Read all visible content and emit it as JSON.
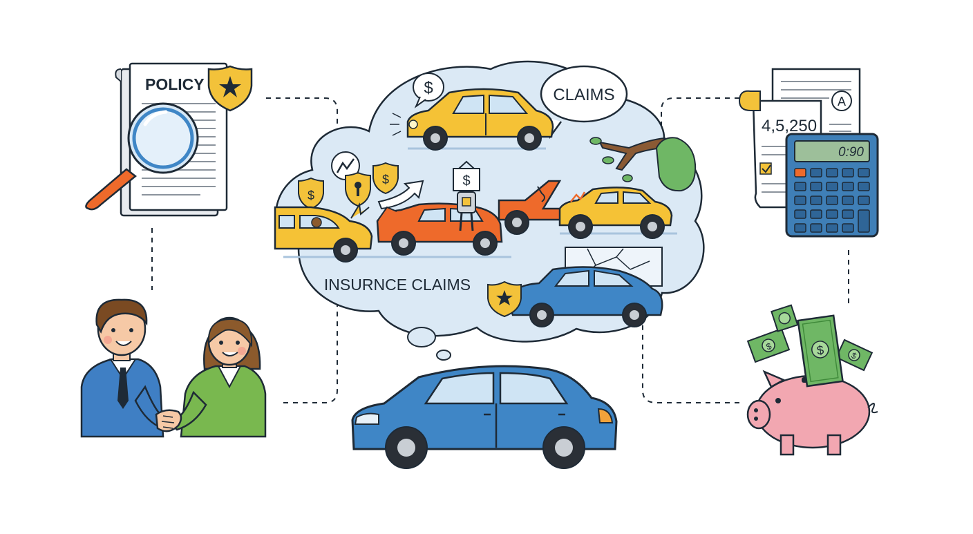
{
  "policy_document": {
    "title": "POLICY"
  },
  "thought_cloud": {
    "speech_bubble": "CLAIMS",
    "caption": "INSURNCE CLAIMS",
    "icons": [
      "dollar-bubble-icon",
      "chart-bubble-icon",
      "shield-dollar-icon",
      "shield-keyhole-icon",
      "shield-star-icon",
      "tree-branch-icon",
      "tow-hook-icon"
    ]
  },
  "invoice": {
    "amount": "4,5,250",
    "stamp": "A"
  },
  "calculator": {
    "display": "0:90"
  },
  "colors": {
    "outline": "#1e2a36",
    "yellow_car": "#f5c236",
    "orange_car": "#ee6a2b",
    "blue_car": "#3f86c6",
    "cloud": "#dbe9f5",
    "shield_gold": "#f3c23a",
    "calculator_body": "#3f7fb7",
    "calculator_screen": "#9dbf9a",
    "money_green": "#6fb765",
    "piggy_pink": "#f2a7b1",
    "suit_blue": "#3f7fc4",
    "suit_green": "#79b84f",
    "magnifier_handle": "#ee6a2b"
  }
}
